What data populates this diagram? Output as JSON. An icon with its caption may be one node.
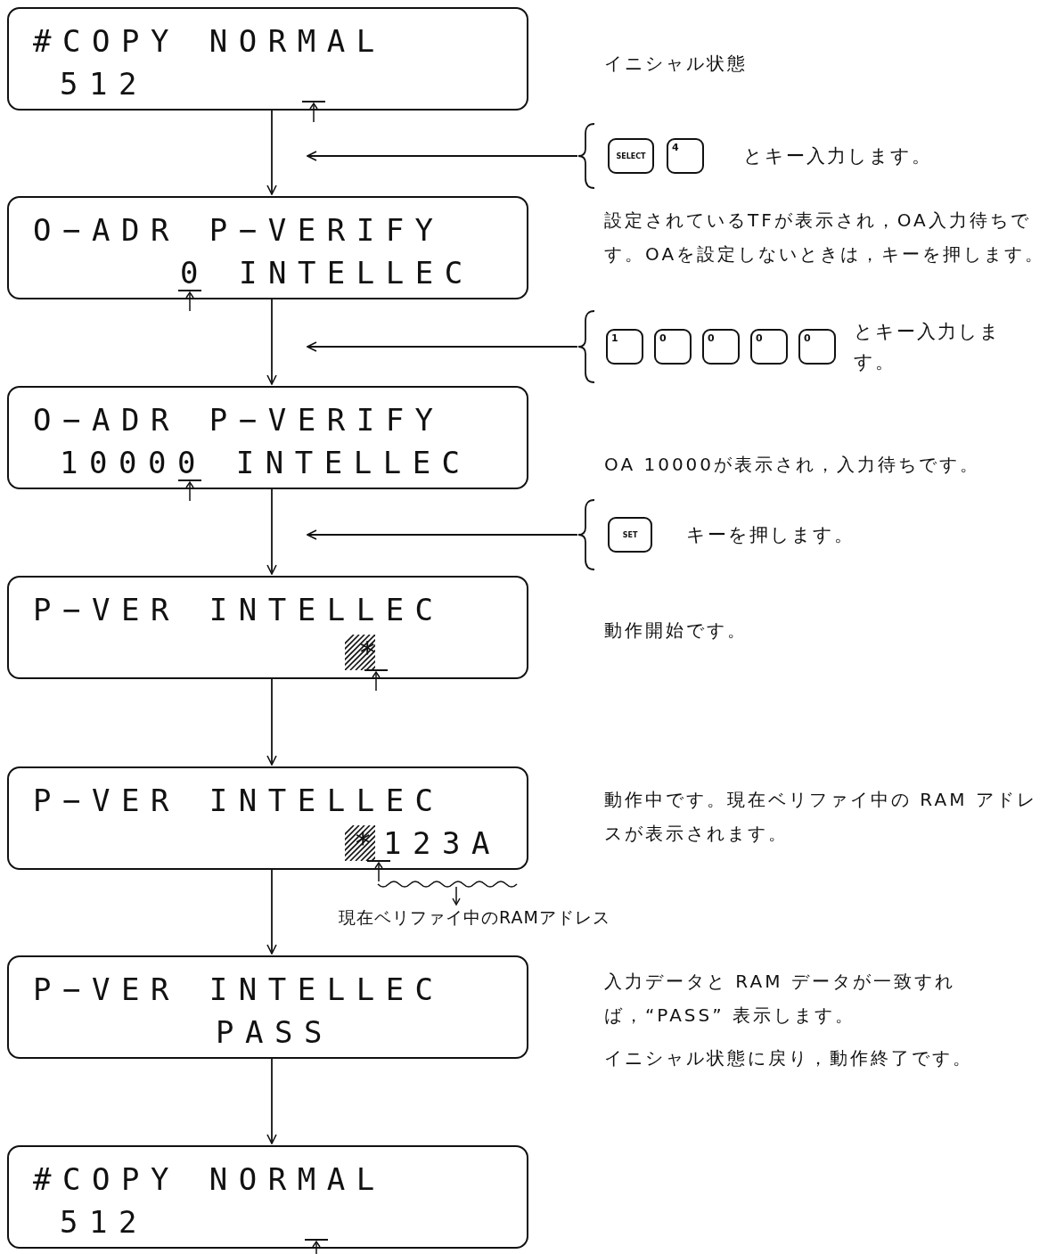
{
  "diagram": {
    "nodes": [
      {
        "text": [
          "#COPY NORMAL",
          "512"
        ]
      },
      {
        "text": [
          "とキー入力します。"
        ]
      },
      {
        "text": [
          "SELECT"
        ],
        "in": 1
      },
      {
        "text": [
          "4"
        ],
        "in": 1
      },
      {
        "text": [
          "O−ADR P−VERIFY",
          "0 INTELLEC"
        ]
      },
      {
        "text": [
          "とキー入力します。"
        ]
      },
      {
        "text": [
          "1"
        ],
        "in": 5
      },
      {
        "text": [
          "0"
        ],
        "in": 5
      },
      {
        "text": [
          "0"
        ],
        "in": 5
      },
      {
        "text": [
          "0"
        ],
        "in": 5
      },
      {
        "text": [
          "0"
        ],
        "in": 5
      },
      {
        "text": [
          "O−ADR P−VERIFY",
          "10000 INTELLEC"
        ]
      },
      {
        "text": [
          "キーを押します。"
        ]
      },
      {
        "text": [
          "SET"
        ],
        "in": 12
      },
      {
        "text": [
          "P−VER INTELLEC",
          "*"
        ]
      },
      {
        "text": [
          "P−VER INTELLEC",
          "*123A"
        ]
      },
      {
        "text": [
          "P−VER INTELLEC",
          "PASS"
        ]
      },
      {
        "text": [
          "#COPY NORMAL",
          "512"
        ]
      }
    ],
    "edges": [
      {
        "from": 0,
        "to": 4,
        "arrow": "to"
      },
      {
        "from": 4,
        "to": 11,
        "arrow": "to"
      },
      {
        "from": 11,
        "to": 14,
        "arrow": "to"
      },
      {
        "from": 14,
        "to": 15,
        "arrow": "to"
      },
      {
        "from": 15,
        "to": 16,
        "arrow": "to"
      },
      {
        "from": 16,
        "to": 17,
        "arrow": "to"
      },
      {
        "from": 1,
        "to": null,
        "arrow": "to"
      },
      {
        "from": 5,
        "to": null,
        "arrow": "to"
      },
      {
        "from": 12,
        "to": null,
        "arrow": "to"
      }
    ],
    "labels": [
      "イニシャル状態",
      "設定されているTFが表示され，OA入力待ちです。OAを設定しないときは，キーを押します。",
      "OA 10000が表示され，入力待ちです。",
      "動作開始です。",
      "動作中です。現在ベリファイ中の RAM アドレスが表示されます。",
      "現在ベリファイ中のRAMアドレス",
      "入力データと RAM データが一致すれば，“PASS” 表示します。",
      "イニシャル状態に戻り，動作終了です。"
    ]
  }
}
